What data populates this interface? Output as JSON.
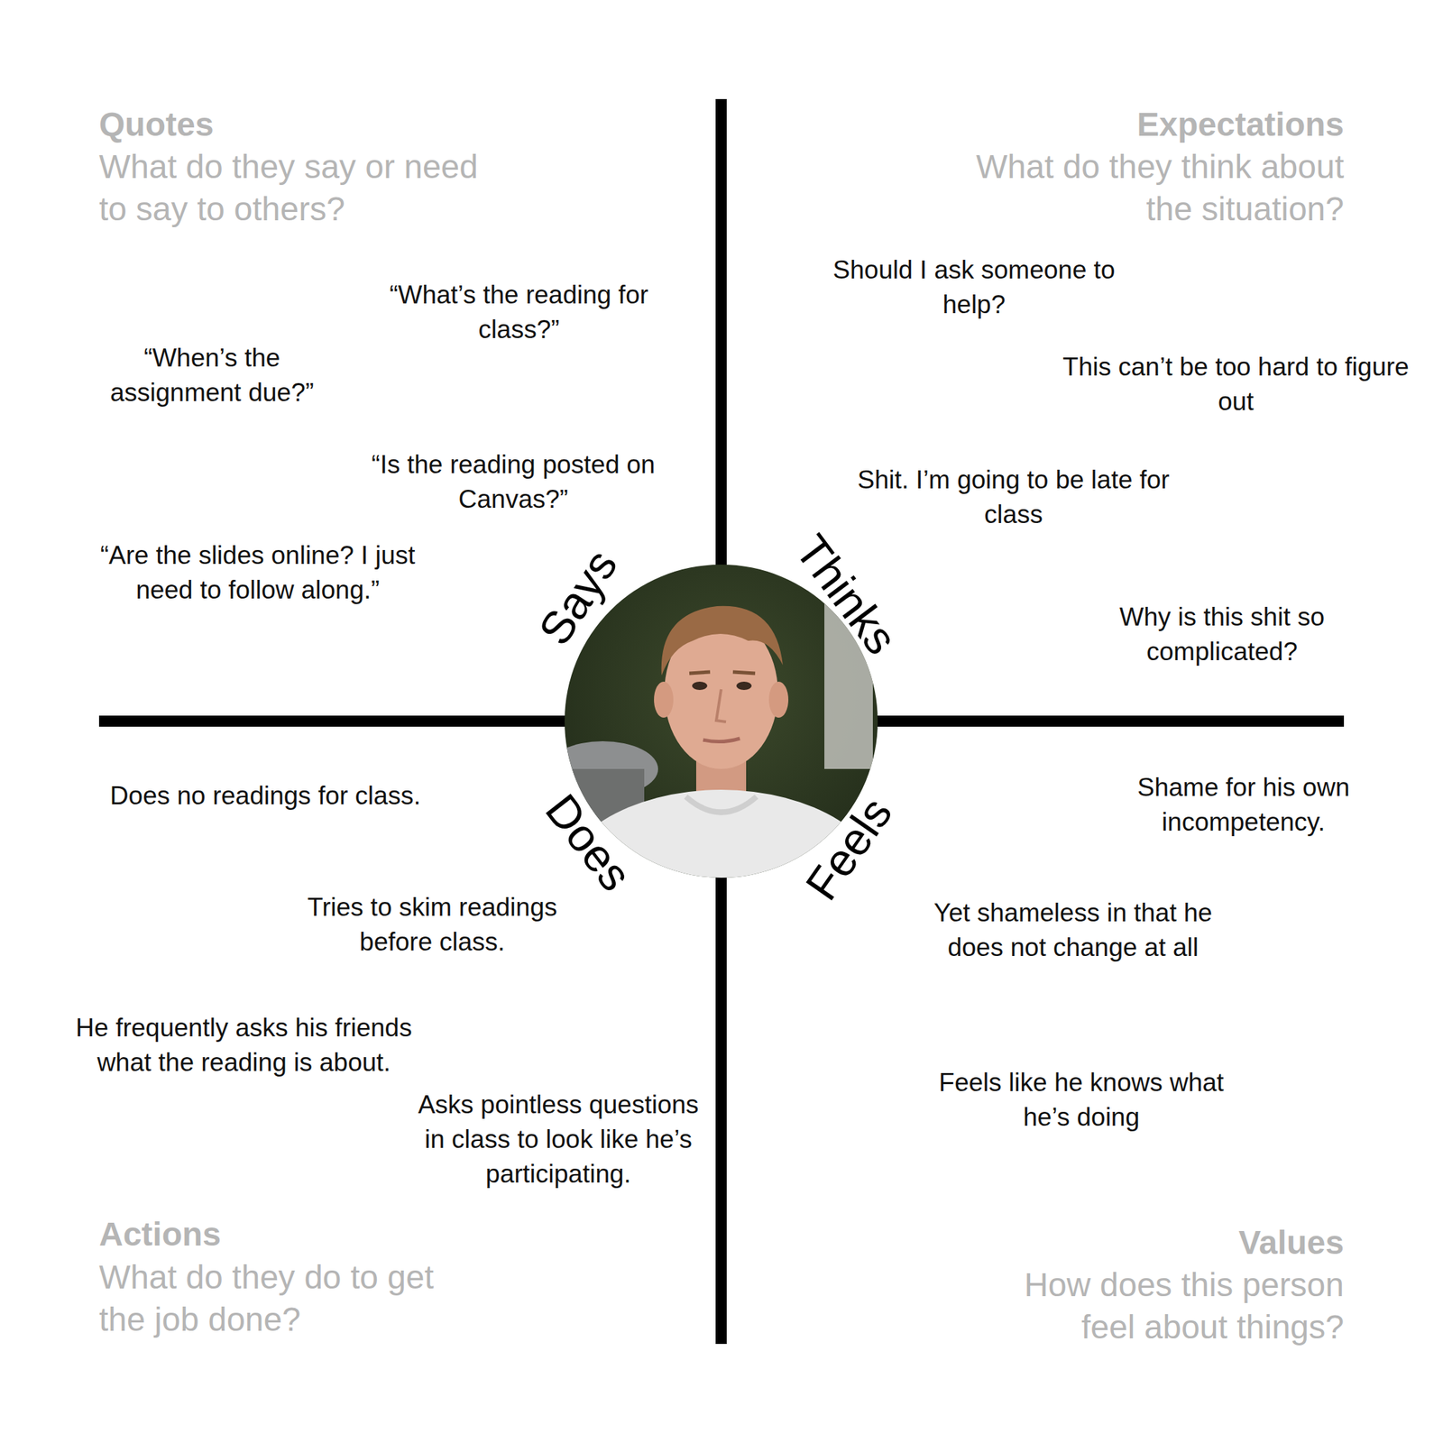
{
  "diagram": {
    "labels": [
      "Quotes",
      "What do they say or need to say to others?",
      "Expectations",
      "What do they think about the situation?",
      "“What’s the reading for class?”",
      "Should I ask someone to help?",
      "“When’s the assignment due?”",
      "This can’t be too hard to figure out",
      "“Is the reading posted on Canvas?”",
      "Shit. I’m going to be late for class",
      "“Are the slides online? I just need to follow along.”",
      "Says",
      "Thinks",
      "Why is this shit so complicated?",
      "Does no readings for class.",
      "Shame for his own incompetency.",
      "Does",
      "Feels",
      "Tries to skim readings before class.",
      "Yet shameless in that he does not change at all",
      "He frequently asks his friends what the reading is about.",
      "Asks pointless questions in class to look like he’s participating.",
      "Feels like he knows what he’s doing",
      "Actions",
      "What do they do to get the job done?",
      "Values",
      "How does this person feel about things?"
    ]
  }
}
